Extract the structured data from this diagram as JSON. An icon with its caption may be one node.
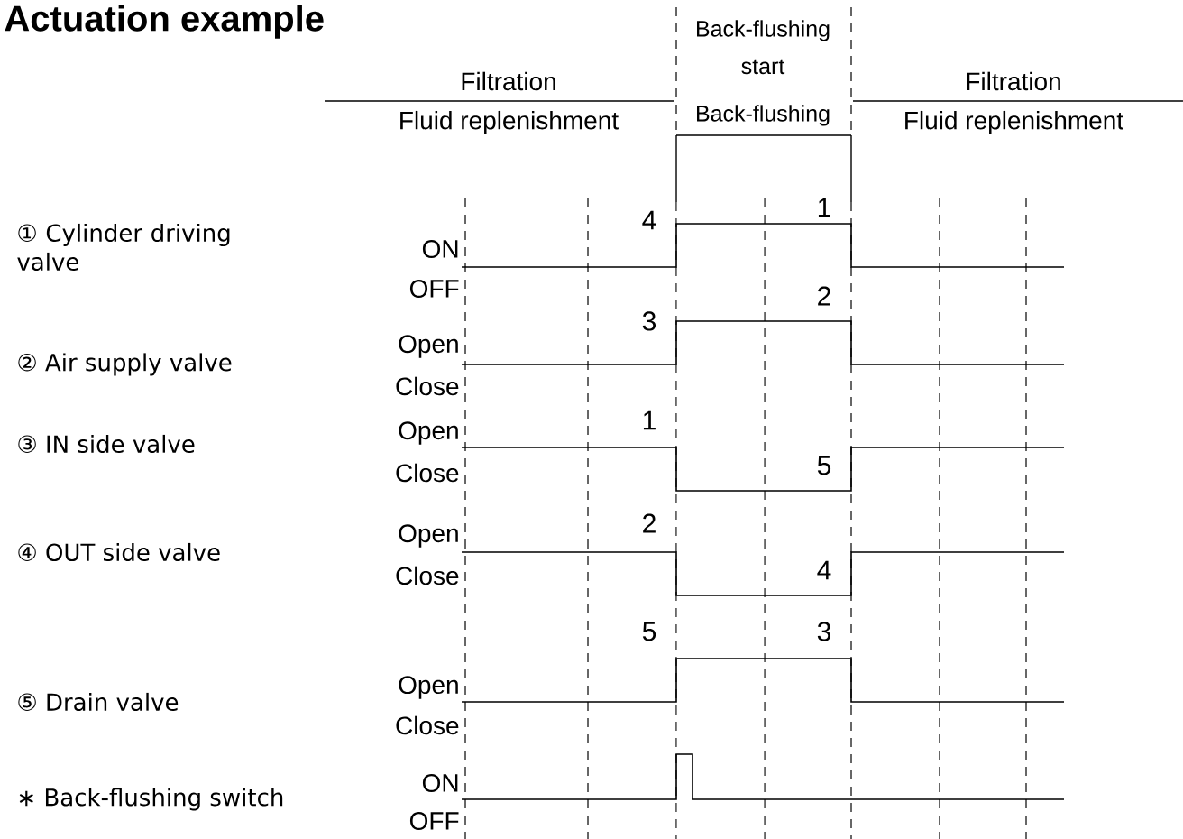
{
  "diagram": {
    "title": "Actuation example",
    "labels": [
      "Filtration",
      "Fluid replenishment",
      "Back-flushing",
      "start",
      "Back-flushing",
      "Filtration",
      "Fluid replenishment",
      "4",
      "1",
      "① Cylinder driving valve",
      "ON",
      "OFF",
      "3",
      "2",
      "② Air supply valve",
      "Open",
      "Close",
      "1",
      "5",
      "③ IN side valve",
      "Open",
      "Close",
      "2",
      "4",
      "④ OUT side valve",
      "Open",
      "Close",
      "5",
      "3",
      "⑤ Drain valve",
      "Open",
      "Close",
      "∗ Back-flushing switch",
      "ON",
      "OFF"
    ]
  }
}
